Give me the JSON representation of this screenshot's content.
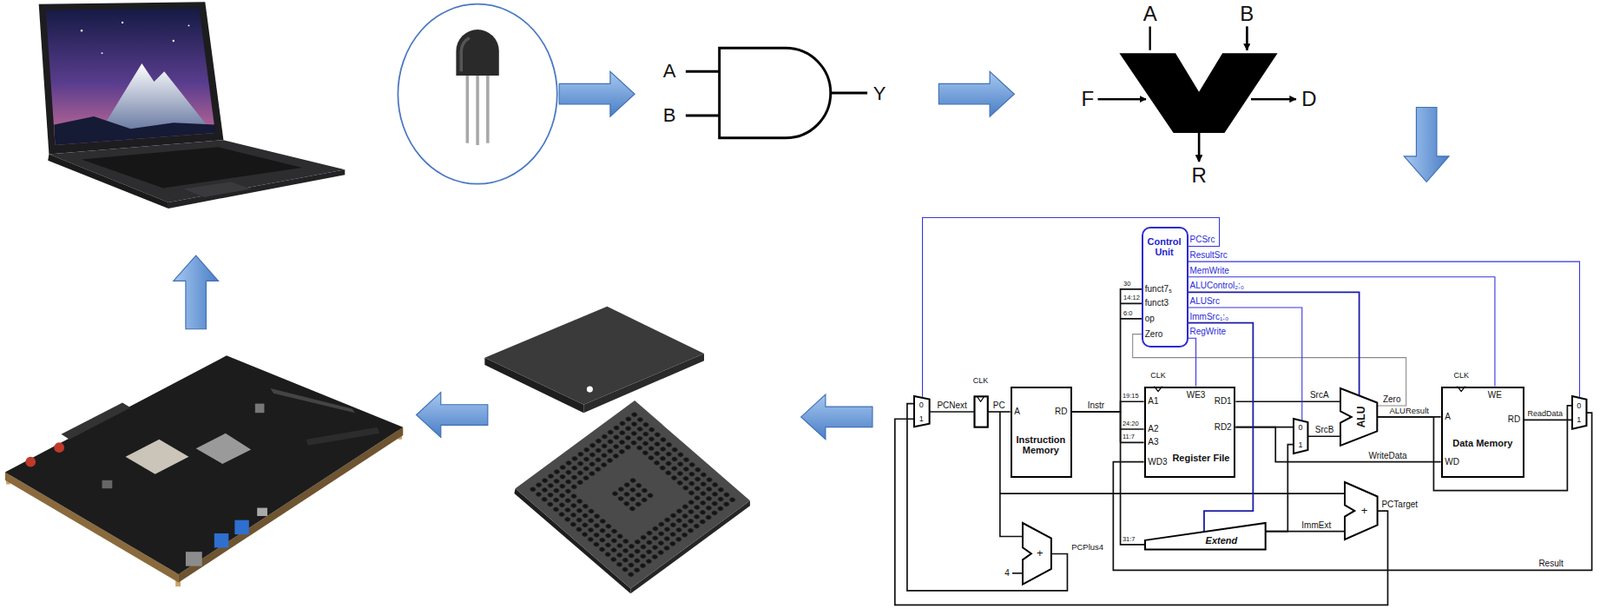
{
  "diagram": {
    "nodes": [
      {
        "text": [
          "Control Unit",
          "funct7₅",
          "funct3",
          "op",
          "Zero"
        ]
      },
      {
        "text": [
          "0",
          "1"
        ]
      },
      {
        "text": [
          "A",
          "RD",
          "Instruction Memory"
        ]
      },
      {
        "text": [
          "A1",
          "A2",
          "A3",
          "WD3",
          "WE3",
          "RD1",
          "RD2",
          "Register File"
        ]
      },
      {
        "text": [
          "0",
          "1"
        ]
      },
      {
        "text": [
          "ALU"
        ]
      },
      {
        "text": [
          "WE",
          "A",
          "RD",
          "WD",
          "Data Memory"
        ]
      },
      {
        "text": [
          "0",
          "1"
        ]
      },
      {
        "text": [
          "Extend"
        ]
      },
      {
        "text": [
          "+"
        ]
      },
      {
        "text": [
          "+"
        ]
      }
    ],
    "edges": [
      {
        "from": 2,
        "to": 3,
        "arrow": "none"
      },
      {
        "from": 2,
        "to": 0,
        "arrow": "none"
      },
      {
        "from": 2,
        "to": 8,
        "arrow": "none"
      },
      {
        "from": 3,
        "to": 5,
        "arrow": "none"
      },
      {
        "from": 3,
        "to": 4,
        "arrow": "none"
      },
      {
        "from": 3,
        "to": 6,
        "arrow": "none"
      },
      {
        "from": 4,
        "to": 5,
        "arrow": "none"
      },
      {
        "from": 8,
        "to": 4,
        "arrow": "none"
      },
      {
        "from": 8,
        "to": 10,
        "arrow": "none"
      },
      {
        "from": 5,
        "to": 6,
        "arrow": "none"
      },
      {
        "from": 5,
        "to": 7,
        "arrow": "none"
      },
      {
        "from": 6,
        "to": 7,
        "arrow": "none"
      },
      {
        "from": 7,
        "to": 3,
        "arrow": "none"
      },
      {
        "from": 9,
        "to": 1,
        "arrow": "none"
      },
      {
        "from": 10,
        "to": 1,
        "arrow": "none"
      },
      {
        "from": 5,
        "to": 0,
        "arrow": "none"
      },
      {
        "from": 0,
        "to": 1,
        "arrow": "none"
      },
      {
        "from": 0,
        "to": 7,
        "arrow": "none"
      },
      {
        "from": 0,
        "to": 6,
        "arrow": "none"
      },
      {
        "from": 0,
        "to": 5,
        "arrow": "none"
      },
      {
        "from": 0,
        "to": 4,
        "arrow": "none"
      },
      {
        "from": 0,
        "to": 8,
        "arrow": "none"
      },
      {
        "from": 0,
        "to": 3,
        "arrow": "none"
      }
    ],
    "labels": [
      "A",
      "B",
      "Y",
      "A",
      "B",
      "F",
      "D",
      "R",
      "PCSrc",
      "ResultSrc",
      "MemWrite",
      "ALUControl₂:₀",
      "ALUSrc",
      "ImmSrc₁:₀",
      "RegWrite",
      "30",
      "14:12",
      "6:0",
      "19:15",
      "24:20",
      "11:7",
      "31:7",
      "CLK",
      "PCNext",
      "PC",
      "Instr",
      "CLK",
      "SrcA",
      "SrcB",
      "Zero",
      "ALUResult",
      "WriteData",
      "CLK",
      "ReadData",
      "ImmExt",
      "PCTarget",
      "PCPlus4",
      "4",
      "Result"
    ]
  }
}
